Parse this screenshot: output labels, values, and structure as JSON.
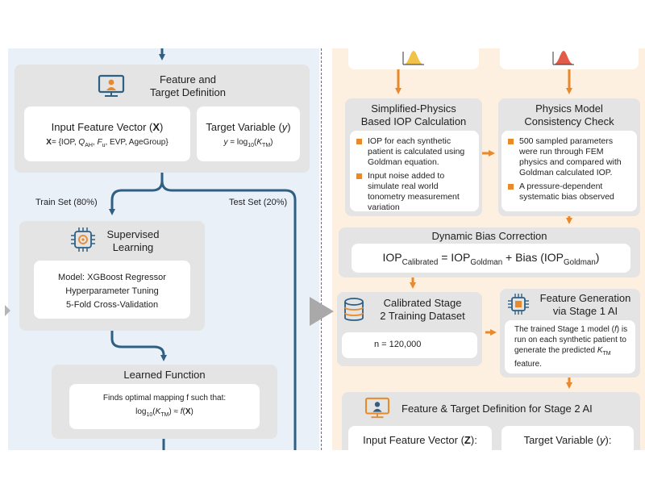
{
  "left": {
    "feature_title": [
      "Feature and",
      "Target Definition"
    ],
    "input_vec_title": "Input Feature Vector (X)",
    "input_vec_formula": "X= {IOP, Q_AH, F_u, EVP, AgeGroup}",
    "target_title": "Target Variable (y)",
    "target_formula": "y = log10(K_TM)",
    "train_label": "Train Set (80%)",
    "test_label": "Test Set (20%)",
    "supervised_title": [
      "Supervised",
      "Learning"
    ],
    "model_lines": [
      "Model: XGBoost Regressor",
      "Hyperparameter Tuning",
      "5-Fold Cross-Validation"
    ],
    "learned_title": "Learned Function",
    "learned_text": "Finds optimal mapping f such that:",
    "learned_formula": "log10(K_TM) ≈ f(X)"
  },
  "right": {
    "simplified_title": [
      "Simplified-Physics",
      "Based IOP Calculation"
    ],
    "simplified_bullets": [
      "IOP for each synthetic patient is calculated using Goldman equation.",
      "Input noise added to simulate real world tonometry measurement variation"
    ],
    "consistency_title": [
      "Physics Model",
      "Consistency Check"
    ],
    "consistency_bullets": [
      "500 sampled parameters were run through FEM physics and compared with Goldman calculated IOP.",
      "A pressure-dependent systematic bias observed"
    ],
    "bias_title": "Dynamic Bias Correction",
    "bias_formula": "IOP_Calibrated = IOP_Goldman + Bias (IOP_Goldman)",
    "calibrated_title": [
      "Calibrated Stage",
      "2 Training Dataset"
    ],
    "calibrated_n": "n = 120,000",
    "featgen_title": [
      "Feature Generation",
      "via Stage 1 AI"
    ],
    "featgen_text": "The trained Stage 1 model (f) is run on each synthetic patient to generate the predicted K_TM feature.",
    "stage2_title": "Feature & Target Definition for Stage 2 AI",
    "stage2_input": "Input Feature Vector (Z):",
    "stage2_target": "Target Variable (y):"
  },
  "colors": {
    "blue_arrow": "#2f5f83",
    "orange_arrow": "#e8892c",
    "left_bg": "#e9f0f8",
    "right_bg": "#fdf0e0",
    "box_gray": "#e4e4e4"
  },
  "icons": [
    "presentation-icon",
    "brain-chip-icon",
    "database-icon",
    "chip-icon",
    "bell-curve-icon",
    "play-triangle-icon"
  ]
}
